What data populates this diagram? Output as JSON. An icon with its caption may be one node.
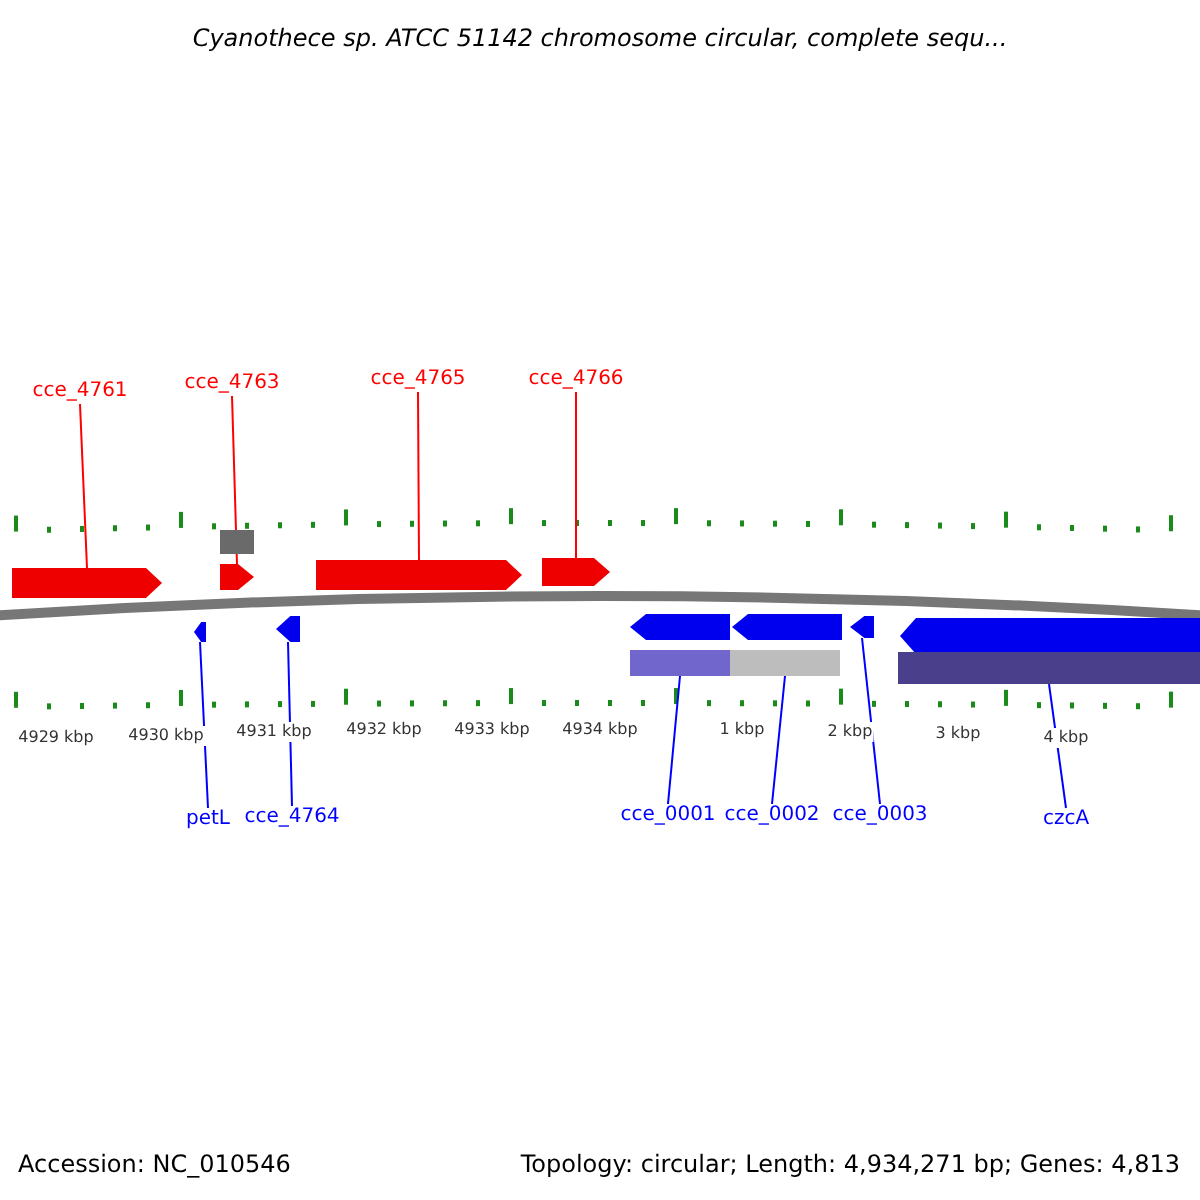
{
  "diagram": {
    "title": "Cyanothece sp. ATCC 51142 chromosome circular, complete sequ...",
    "nodes": [
      {
        "text": [
          "cce_4761"
        ]
      },
      {
        "text": [
          "cce_4763"
        ]
      },
      {
        "text": [
          "cce_4765"
        ]
      },
      {
        "text": [
          "cce_4766"
        ]
      },
      {
        "text": [],
        "shape": "arrow"
      },
      {
        "text": [],
        "shape": "arrow"
      },
      {
        "text": [],
        "shape": "arrow"
      },
      {
        "text": [],
        "shape": "arrow"
      },
      {
        "text": [],
        "shape": "arrow"
      },
      {
        "text": [],
        "shape": "arrow"
      },
      {
        "text": [],
        "shape": "arrow"
      },
      {
        "text": [],
        "shape": "arrow"
      },
      {
        "text": [],
        "shape": "arrow"
      },
      {
        "text": [],
        "shape": "arrow"
      },
      {
        "text": [
          "petL"
        ]
      },
      {
        "text": [
          "cce_4764"
        ]
      },
      {
        "text": [
          "cce_0001"
        ]
      },
      {
        "text": [
          "cce_0002"
        ]
      },
      {
        "text": [
          "cce_0003"
        ]
      },
      {
        "text": [
          "czcA"
        ]
      },
      {
        "text": [],
        "shape": "box"
      },
      {
        "text": [],
        "shape": "bar"
      },
      {
        "text": [],
        "shape": "bar"
      },
      {
        "text": [],
        "shape": "bar"
      }
    ],
    "edges": [
      {
        "from": 0,
        "to": 4,
        "arrow": "none",
        "color": "#ff0000"
      },
      {
        "from": 1,
        "to": 5,
        "arrow": "none",
        "color": "#ff0000"
      },
      {
        "from": 2,
        "to": 6,
        "arrow": "none",
        "color": "#ff0000"
      },
      {
        "from": 3,
        "to": 7,
        "arrow": "none",
        "color": "#ff0000"
      },
      {
        "from": 14,
        "to": 8,
        "arrow": "none"
      },
      {
        "from": 15,
        "to": 9,
        "arrow": "none"
      },
      {
        "from": 16,
        "to": 21,
        "arrow": "none"
      },
      {
        "from": 17,
        "to": 22,
        "arrow": "none"
      },
      {
        "from": 18,
        "to": 12,
        "arrow": "none"
      },
      {
        "from": 19,
        "to": 23,
        "arrow": "none"
      }
    ],
    "labels": [
      "4929 kbp",
      "4930 kbp",
      "4931 kbp",
      "4932 kbp",
      "4933 kbp",
      "4934 kbp",
      "1 kbp",
      "2 kbp",
      "3 kbp",
      "4 kbp",
      "Accession: NC_010546",
      "Topology: circular; Length: 4,934,271 bp; Genes: 4,813"
    ]
  }
}
